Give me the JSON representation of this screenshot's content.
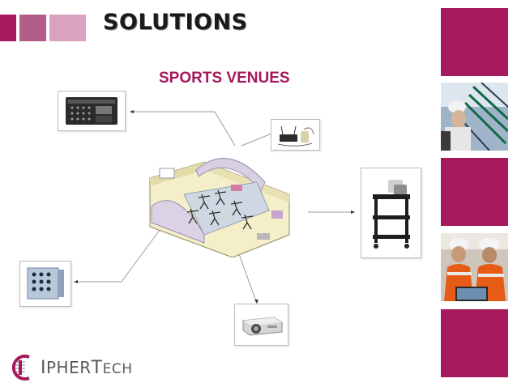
{
  "slide": {
    "title": "SOLUTIONS",
    "subtitle": "SPORTS VENUES"
  },
  "logo": {
    "cap_left": "I",
    "text": "PHER",
    "cap_right": "T",
    "text_right": "ECH"
  },
  "colors": {
    "accent": "#a6195c",
    "accent_mid": "#b45c8a",
    "accent_light": "#d9a2c0",
    "title": "#1a1a1a"
  },
  "icons": [
    "audio-mixer-icon",
    "wireless-microphone-icon",
    "av-cart-icon",
    "projector-icon",
    "wall-plate-icon",
    "venue-floorplan-illustration",
    "worker-photo",
    "team-photo"
  ]
}
